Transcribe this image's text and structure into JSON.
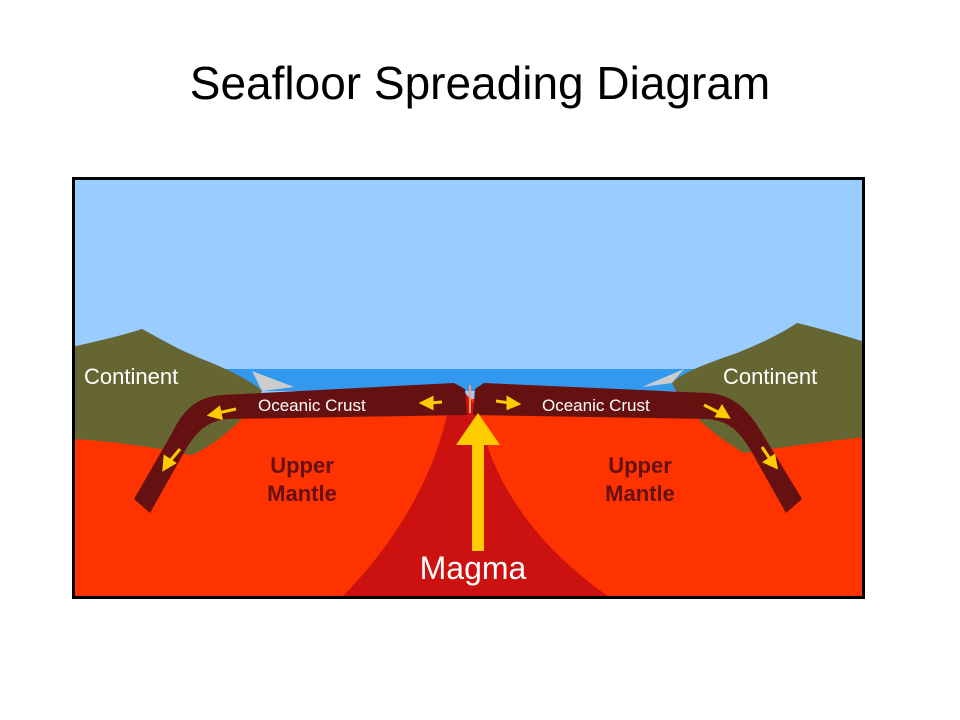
{
  "slide": {
    "title": "Seafloor Spreading Diagram"
  },
  "diagram": {
    "labels": {
      "continent_left": "Continent",
      "continent_right": "Continent",
      "oceanic_crust_left": "Oceanic Crust",
      "oceanic_crust_right": "Oceanic Crust",
      "upper_left": "Upper",
      "mantle_left": "Mantle",
      "upper_right": "Upper",
      "mantle_right": "Mantle",
      "magma": "Magma"
    },
    "colors": {
      "sky": "#99ccff",
      "ocean": "#3399ee",
      "mantle": "#ff3300",
      "magma": "#cc1111",
      "crust": "#661111",
      "continent": "#666633",
      "arrow": "#ffcc00",
      "sediment": "#cccccc"
    }
  }
}
